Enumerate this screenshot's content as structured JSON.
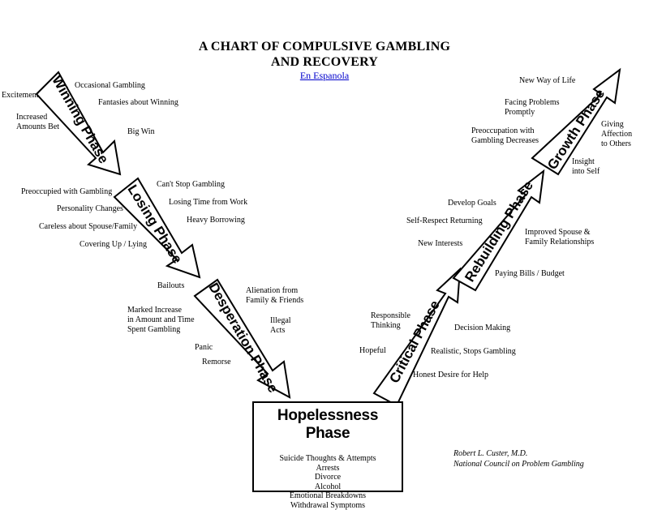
{
  "title": {
    "line1": "A CHART OF COMPULSIVE GAMBLING",
    "line2": "AND RECOVERY"
  },
  "link": "En Espanola",
  "phases": {
    "winning": "Winning Phase",
    "losing": "Losing Phase",
    "desperation": "Desperation Phase",
    "critical": "Critical Phase",
    "rebuilding": "Rebuilding Phase",
    "growth": "Growth Phase"
  },
  "notes": {
    "excitement": "Excitement",
    "occasional_gambling": "Occasional Gambling",
    "fantasies": "Fantasies about Winning",
    "increased_bets": "Increased\nAmounts Bet",
    "big_win": "Big Win",
    "preoccupied": "Preoccupied with Gambling",
    "personality_changes": "Personality Changes",
    "careless": "Careless about Spouse/Family",
    "covering_up": "Covering Up / Lying",
    "cant_stop": "Can't Stop Gambling",
    "losing_time": "Losing Time from Work",
    "heavy_borrowing": "Heavy Borrowing",
    "bailouts": "Bailouts",
    "marked_increase": "Marked Increase\nin Amount and Time\nSpent Gambling",
    "panic": "Panic",
    "remorse": "Remorse",
    "alienation": "Alienation from\nFamily & Friends",
    "illegal_acts": "Illegal\nActs",
    "responsible_thinking": "Responsible\nThinking",
    "hopeful": "Hopeful",
    "decision_making": "Decision Making",
    "realistic": "Realistic, Stops Gambling",
    "honest_desire": "Honest Desire for Help",
    "develop_goals": "Develop Goals",
    "self_respect": "Self-Respect Returning",
    "new_interests": "New Interests",
    "improved_relationships": "Improved Spouse &\nFamily Relationships",
    "paying_bills": "Paying Bills / Budget",
    "new_way_of_life": "New Way of Life",
    "facing_problems": "Facing Problems\nPromptly",
    "preoccupation_decreases": "Preoccupation with\nGambling Decreases",
    "giving_affection": "Giving\nAffection\nto Others",
    "insight": "Insight\ninto Self"
  },
  "hopelessness": {
    "title": "Hopelessness Phase",
    "items": [
      "Suicide Thoughts & Attempts",
      "Arrests",
      "Divorce",
      "Alcohol",
      "Emotional Breakdowns",
      "Withdrawal Symptoms"
    ]
  },
  "author": {
    "name": "Robert L. Custer, M.D.",
    "org": "National Council on Problem Gambling"
  }
}
